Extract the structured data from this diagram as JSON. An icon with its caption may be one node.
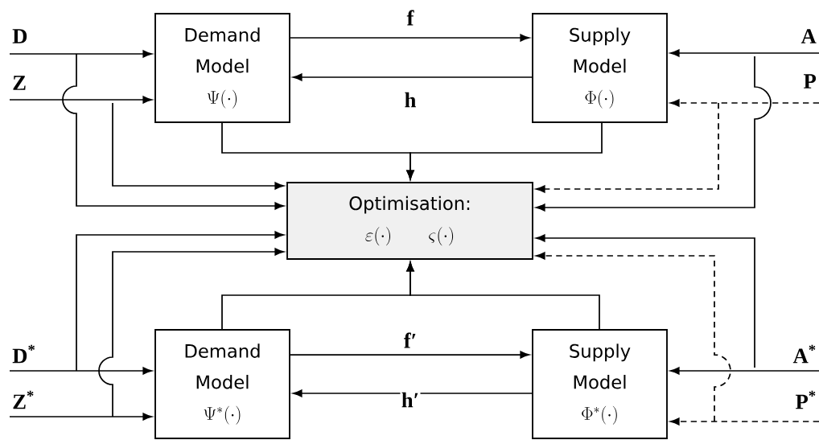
{
  "diagram": {
    "nodes": [
      {
        "text": [
          "Demand Model",
          "\\Psi(\\cdot)"
        ]
      },
      {
        "text": [
          "Supply Model",
          "\\Phi(\\cdot)"
        ]
      },
      {
        "text": [
          "Optimisation:",
          "\\varepsilon(\\cdot)",
          "\\varsigma(\\cdot)"
        ]
      },
      {
        "text": [
          "Demand Model",
          "\\Psi^{*}(\\cdot)"
        ]
      },
      {
        "text": [
          "Supply Model",
          "\\Phi^{*}(\\cdot)"
        ]
      }
    ],
    "edges": [
      {
        "from": 0,
        "to": 1,
        "arrow": "to",
        "label": "f"
      },
      {
        "from": 1,
        "to": 0,
        "arrow": "to",
        "label": "h"
      },
      {
        "from": 0,
        "to": 2,
        "arrow": "to"
      },
      {
        "from": 1,
        "to": 2,
        "arrow": "to"
      },
      {
        "from": null,
        "to": 0,
        "arrow": "to",
        "label": "D"
      },
      {
        "from": null,
        "to": 2,
        "arrow": "to"
      },
      {
        "from": null,
        "to": 0,
        "arrow": "to",
        "label": "Z"
      },
      {
        "from": null,
        "to": 2,
        "arrow": "to"
      },
      {
        "from": null,
        "to": 1,
        "arrow": "to",
        "label": "A"
      },
      {
        "from": null,
        "to": 2,
        "arrow": "to"
      },
      {
        "from": null,
        "to": 1,
        "arrow": "to",
        "label": "P",
        "style": "dashed"
      },
      {
        "from": null,
        "to": 2,
        "arrow": "to",
        "style": "dashed"
      },
      {
        "from": 3,
        "to": 4,
        "arrow": "to",
        "label": "f′"
      },
      {
        "from": 4,
        "to": 3,
        "arrow": "to",
        "label": "h′"
      },
      {
        "from": 3,
        "to": 2,
        "arrow": "to"
      },
      {
        "from": 4,
        "to": 2,
        "arrow": "to"
      },
      {
        "from": null,
        "to": 3,
        "arrow": "to",
        "label": "D$^{*}$"
      },
      {
        "from": null,
        "to": 2,
        "arrow": "to"
      },
      {
        "from": null,
        "to": 3,
        "arrow": "to",
        "label": "Z$^{*}$"
      },
      {
        "from": null,
        "to": 2,
        "arrow": "to"
      },
      {
        "from": null,
        "to": 4,
        "arrow": "to",
        "label": "A$^{*}$"
      },
      {
        "from": null,
        "to": 2,
        "arrow": "to"
      },
      {
        "from": null,
        "to": 4,
        "arrow": "to",
        "label": "P$^{*}$",
        "style": "dashed"
      },
      {
        "from": null,
        "to": 2,
        "arrow": "to",
        "style": "dashed"
      }
    ]
  }
}
